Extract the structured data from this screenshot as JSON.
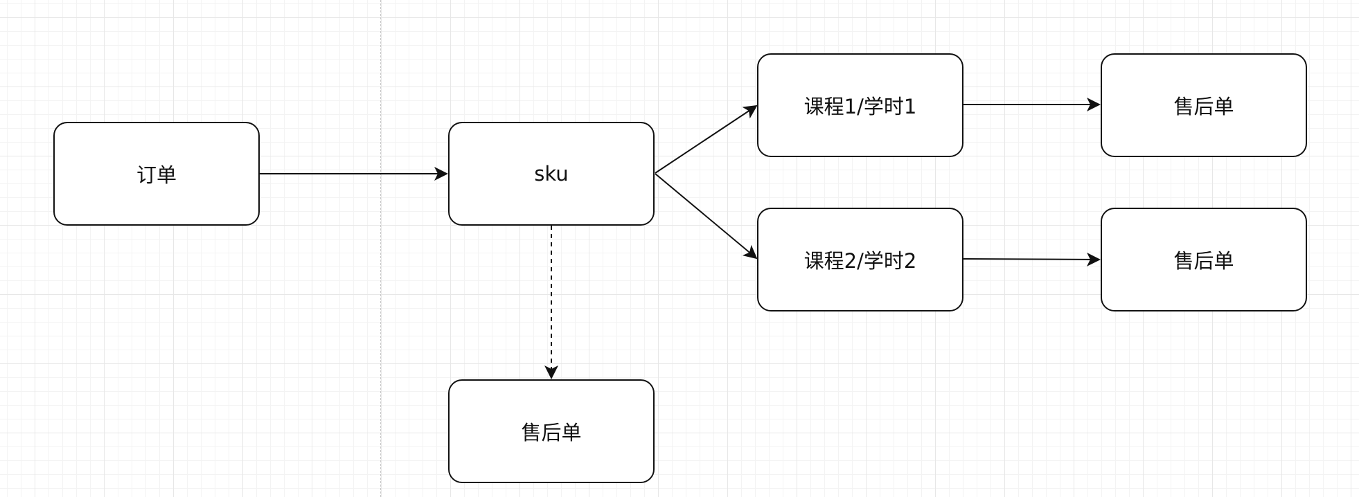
{
  "nodes": {
    "order": "订单",
    "sku": "sku",
    "course1": "课程1/学时1",
    "course2": "课程2/学时2",
    "after_sale_1": "售后单",
    "after_sale_2": "售后单",
    "after_sale_3": "售后单"
  },
  "edges": [
    {
      "from": "order",
      "to": "sku",
      "style": "solid"
    },
    {
      "from": "sku",
      "to": "course1",
      "style": "solid"
    },
    {
      "from": "sku",
      "to": "course2",
      "style": "solid"
    },
    {
      "from": "course1",
      "to": "after_sale_1",
      "style": "solid"
    },
    {
      "from": "course2",
      "to": "after_sale_2",
      "style": "solid"
    },
    {
      "from": "sku",
      "to": "after_sale_3",
      "style": "dashed"
    }
  ],
  "colors": {
    "stroke": "#111111",
    "grid": "#e7e7e7",
    "background": "#ffffff"
  }
}
